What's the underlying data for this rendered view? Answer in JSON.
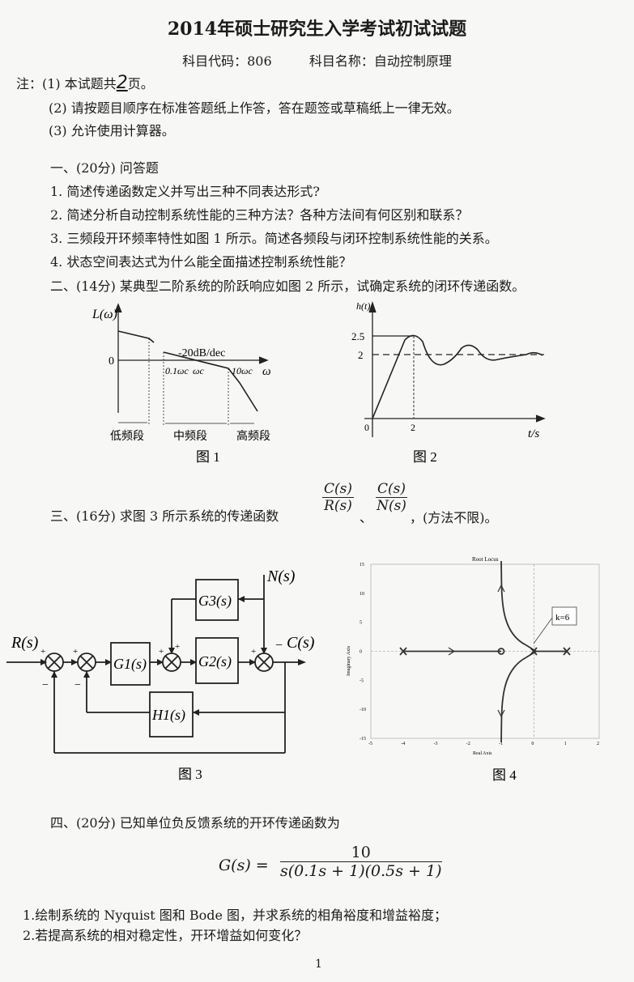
{
  "header": {
    "title": "2014年硕士研究生入学考试初试试题",
    "subject_code": "科目代码：806",
    "subject_name": "科目名称：自动控制原理"
  },
  "notes": {
    "n1_prefix": "注：(1) 本试题共",
    "n1_pages": "2",
    "n1_suffix": "页。",
    "n2": "(2) 请按题目顺序在标准答题纸上作答，答在题签或草稿纸上一律无效。",
    "n3": "(3) 允许使用计算器。"
  },
  "section1": {
    "heading": "一、(20分) 问答题",
    "q1": "1. 简述传递函数定义并写出三种不同表达形式?",
    "q2": "2. 简述分析自动控制系统性能的三种方法？各种方法间有何区别和联系？",
    "q3": "3. 三频段开环频率特性如图 1 所示。简述各频段与闭环控制系统性能的关系。",
    "q4": "4. 状态空间表达式为什么能全面描述控制系统性能？"
  },
  "section2": {
    "heading": "二、(14分) 某典型二阶系统的阶跃响应如图 2 所示，试确定系统的闭环传递函数。"
  },
  "fig1": {
    "ylabel": "L(ω)",
    "zero": "0",
    "slope": "-20dB/dec",
    "w01": "0.1ωc",
    "wc": "ωc",
    "w10": "10ωc",
    "xlabel": "ω",
    "low": "低频段",
    "mid": "中频段",
    "high": "高频段",
    "caption": "图 1"
  },
  "fig2": {
    "ylabel": "h(t)",
    "y25": "2.5",
    "y2": "2",
    "origin": "0",
    "x2": "2",
    "xlabel": "t/s",
    "caption": "图 2"
  },
  "section3": {
    "heading": "三、(16分) 求图 3 所示系统的传递函数",
    "f1_num": "C(s)",
    "f1_den": "R(s)",
    "sep": "、",
    "f2_num": "C(s)",
    "f2_den": "N(s)",
    "tail": "，(方法不限)。"
  },
  "fig3": {
    "R": "R(s)",
    "N": "N(s)",
    "C": "C(s)",
    "G1": "G1(s)",
    "G2": "G2(s)",
    "G3": "G3(s)",
    "H1": "H1(s)",
    "plus": "+",
    "minus": "−",
    "caption": "图 3"
  },
  "fig4": {
    "title": "Root Locus",
    "xlabel": "Real Axis",
    "ylabel": "Imaginary Axis",
    "annotation": "k=6",
    "xticks": [
      "-5",
      "-4",
      "-3",
      "-2",
      "-1",
      "0",
      "1",
      "2"
    ],
    "yticks": [
      "15",
      "10",
      "5",
      "0",
      "-5",
      "-10",
      "-15"
    ],
    "caption": "图 4"
  },
  "section4": {
    "heading": "四、(20分) 已知单位负反馈系统的开环传递函数为",
    "lhs": "G(s) =",
    "num": "10",
    "den": "s(0.1s + 1)(0.5s + 1)",
    "q1": "1.绘制系统的 Nyquist 图和 Bode 图，并求系统的相角裕度和增益裕度；",
    "q2": "2.若提高系统的相对稳定性，开环增益如何变化？"
  },
  "footer": {
    "page": "1"
  }
}
